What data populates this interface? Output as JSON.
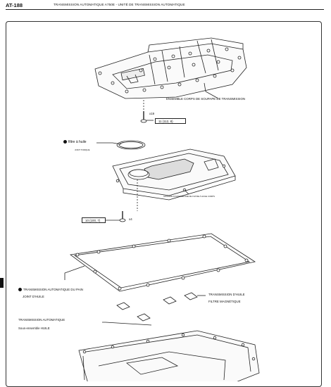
{
  "header": {
    "page_id": "AT-188",
    "title": "TRANSMISSION AUTOMATIQUE A750E - UNITÉ DE TRANSMISSION AUTOMATIQUE"
  },
  "callouts": {
    "valve_body": "ENSEMBLE CORPS DE SOUPAPE DE TRANSMISSION",
    "bolt_qty_top": "x19",
    "torque_top": "11 (112, 8)",
    "oil_filter": "filtre à huile",
    "o_ring": "JOINT TORIQUE",
    "filter_assembly": "SOUPAPE D'ASSEMBLAGE DE FILTRE À HUILE CORPS",
    "torque_mid": "10 (100, 7)",
    "bolt_qty_mid": "x4",
    "pan_gasket_line1": "TRANSMISSION AUTOMATIQUE DU PAIN",
    "pan_gasket_line2": "JOINT D'HUILE",
    "magnet_line1": "TRANSMISSION D'HUILE",
    "magnet_line2": "FILTRE MAGNÉTIQUE",
    "oil_pan_line1": "TRANSMISSION AUTOMATIQUE",
    "oil_pan_line2": "Sous-ensemble HUILE"
  }
}
